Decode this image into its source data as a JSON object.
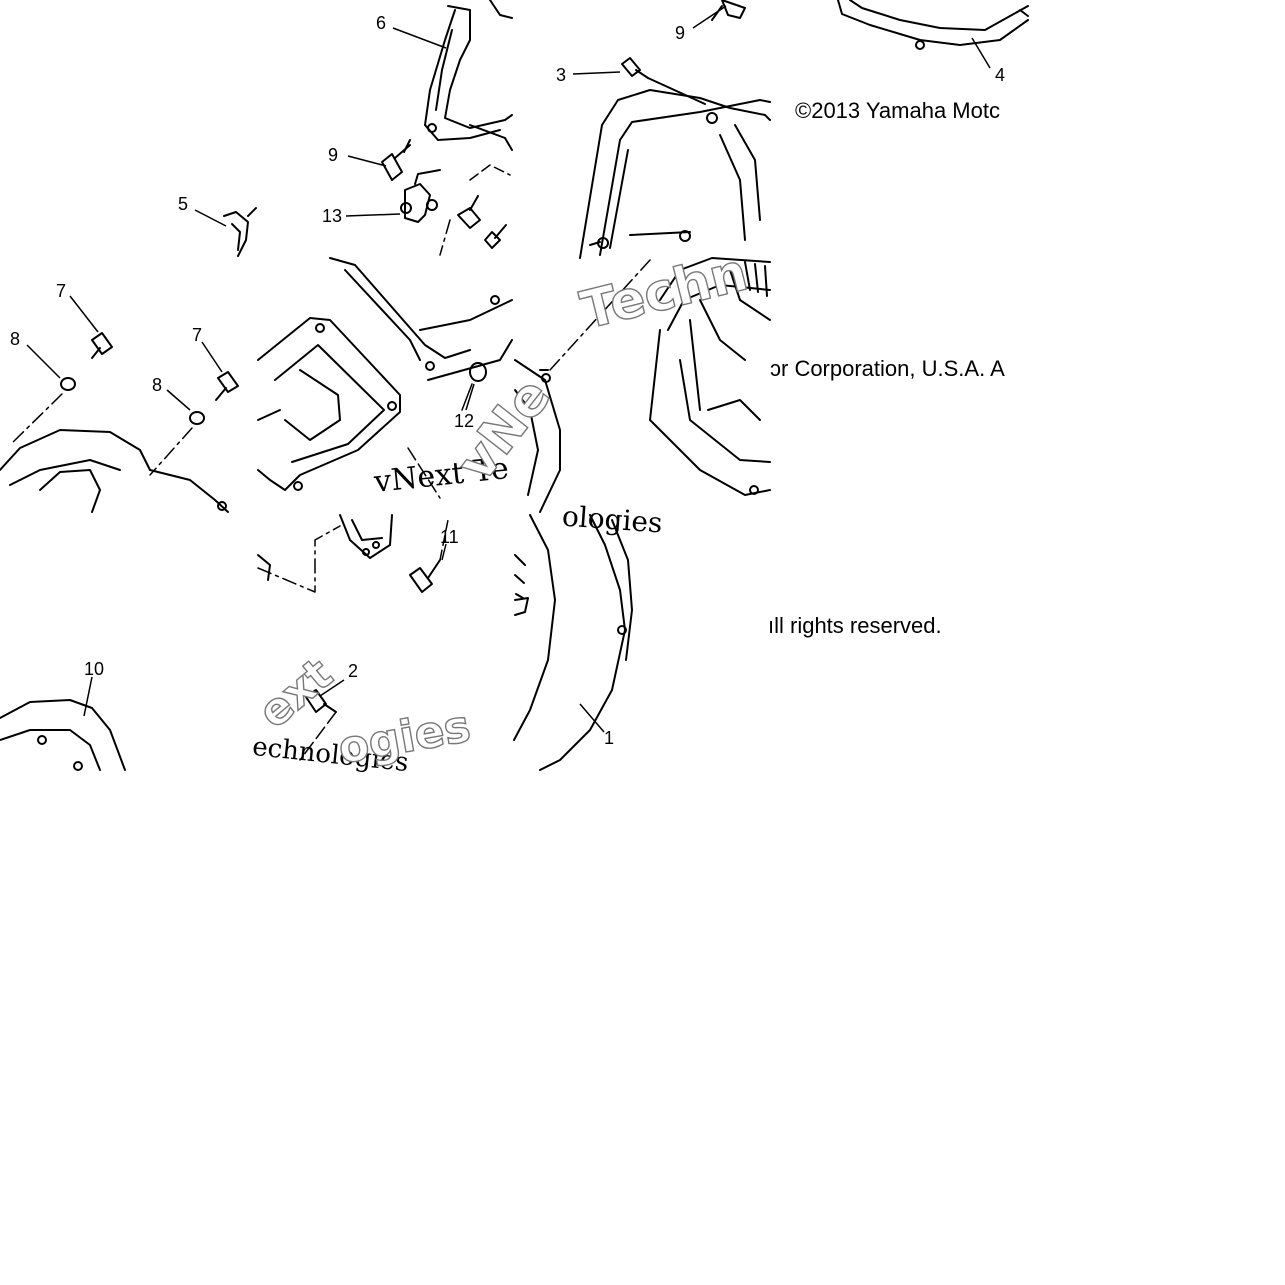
{
  "copyright": {
    "line1": "©2013 Yamaha Motc",
    "line2": "ɔr Corporation, U.S.A. A",
    "line3": "ıll rights reserved."
  },
  "watermarks": {
    "serif_1": "vNext Te",
    "serif_2": "ologies",
    "serif_3": "echnologies",
    "outline_1": "Techn",
    "outline_2": "vNe",
    "outline_3": "ext",
    "outline_4": "ogies"
  },
  "callouts": [
    {
      "id": "c6",
      "label": "6"
    },
    {
      "id": "c9a",
      "label": "9"
    },
    {
      "id": "c9b",
      "label": "9"
    },
    {
      "id": "c3",
      "label": "3"
    },
    {
      "id": "c4",
      "label": "4"
    },
    {
      "id": "c5",
      "label": "5"
    },
    {
      "id": "c13",
      "label": "13"
    },
    {
      "id": "c7a",
      "label": "7"
    },
    {
      "id": "c7b",
      "label": "7"
    },
    {
      "id": "c8a",
      "label": "8"
    },
    {
      "id": "c8b",
      "label": "8"
    },
    {
      "id": "c12",
      "label": "12"
    },
    {
      "id": "c11",
      "label": "11"
    },
    {
      "id": "c10",
      "label": "10"
    },
    {
      "id": "c2",
      "label": "2"
    },
    {
      "id": "c1",
      "label": "1"
    }
  ]
}
